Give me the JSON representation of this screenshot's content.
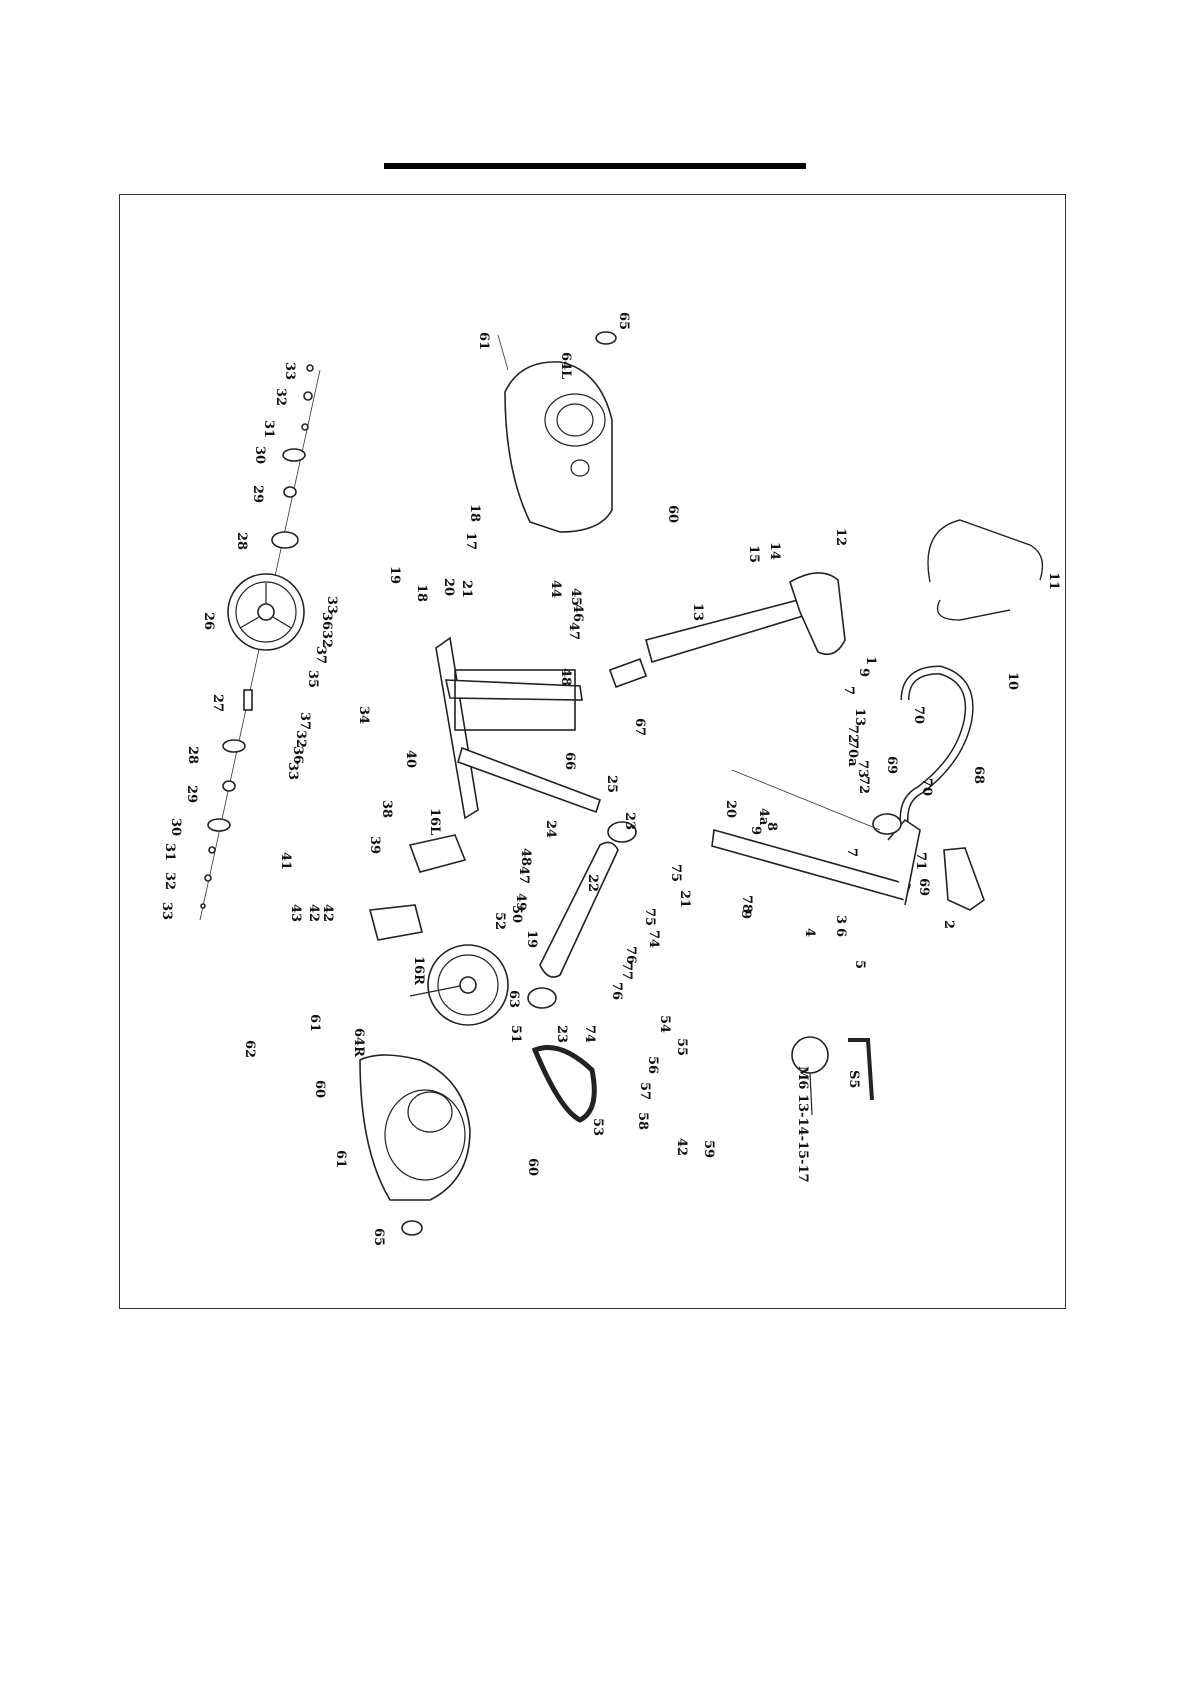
{
  "labels": [
    "61",
    "65",
    "64L",
    "33",
    "32",
    "31",
    "30",
    "29",
    "28",
    "26",
    "27",
    "28",
    "29",
    "30",
    "31",
    "32",
    "33",
    "18",
    "17",
    "19",
    "20",
    "21",
    "18",
    "60",
    "12",
    "11",
    "15",
    "14",
    "13",
    "33",
    "36",
    "32",
    "37",
    "35",
    "34",
    "37",
    "32",
    "36",
    "33",
    "40",
    "38",
    "39",
    "41",
    "43",
    "42",
    "42",
    "44",
    "45",
    "46",
    "47",
    "48",
    "67",
    "66",
    "25",
    "24",
    "23",
    "16L",
    "48",
    "47",
    "22",
    "49",
    "50",
    "52",
    "19",
    "16R",
    "63",
    "51",
    "23",
    "62",
    "61",
    "64R",
    "60",
    "61",
    "65",
    "53",
    "54",
    "55",
    "56",
    "57",
    "58",
    "42",
    "59",
    "75",
    "74",
    "76",
    "77",
    "76",
    "74",
    "75",
    "21",
    "20",
    "4a",
    "8",
    "9",
    "7",
    "4",
    "3",
    "6",
    "5",
    "71",
    "69",
    "2",
    "1",
    "9",
    "7",
    "13",
    "72",
    "70a",
    "73",
    "72",
    "69",
    "70",
    "70",
    "68",
    "10",
    "78",
    "9",
    "60"
  ],
  "tools": {
    "wrench_label": "13-14-15-17",
    "allen_label": "S5",
    "wrench_prefix": "M6"
  }
}
